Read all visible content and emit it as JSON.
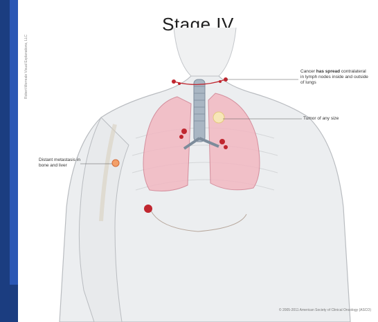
{
  "title": "Stage IV",
  "side_credit": "Robert Morreale Visual Explanations, LLC",
  "annotations": {
    "spread_prefix": "Cancer ",
    "spread_bold": "has spread",
    "spread_rest": "contralateral in lymph nodes inside and outside of lungs",
    "tumor": "Tumor of any size",
    "metastasis": "Distant metastasis in bone and liver"
  },
  "copyright": "© 2005-2011 American Society of Clinical Oncology (ASCO)",
  "colors": {
    "background_blue": "#1b3d80",
    "accent_strip": "#2a57b5",
    "lung_pink": "#f2b8c2",
    "tumor_red": "#c0262f"
  }
}
